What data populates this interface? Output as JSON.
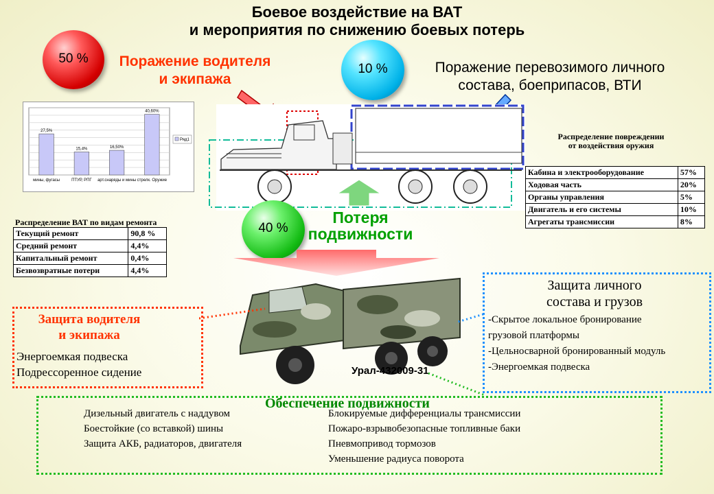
{
  "title": {
    "line1": "Боевое воздействие на ВАТ",
    "line2": "и мероприятия по снижению боевых потерь"
  },
  "crew_hit": {
    "percent": "50 %",
    "line1": "Поражение водителя",
    "line2": "и экипажа"
  },
  "cargo_hit": {
    "percent": "10 %",
    "line1": "Поражение  перевозимого личного",
    "line2": "состава, боеприпасов, ВТИ"
  },
  "mobility_loss": {
    "percent": "40 %",
    "line1": "Потеря",
    "line2": "подвижности"
  },
  "damage_distribution": {
    "caption_line1": "Распределение повреждении",
    "caption_line2": "от  воздействия оружия",
    "rows": [
      {
        "name": "Кабина и электрооборудование",
        "value": "57%"
      },
      {
        "name": "Ходовая часть",
        "value": "20%"
      },
      {
        "name": "Органы управления",
        "value": "5%"
      },
      {
        "name": "Двигатель и его системы",
        "value": "10%"
      },
      {
        "name": "Агрегаты трансмиссии",
        "value": "8%"
      }
    ]
  },
  "repair_distribution": {
    "caption": "Распределение ВАТ по видам ремонта",
    "rows": [
      {
        "name": "Текущий ремонт",
        "value": "90,8 %"
      },
      {
        "name": "Средний ремонт",
        "value": "4,4%"
      },
      {
        "name": "Капитальный ремонт",
        "value": "0,4%"
      },
      {
        "name": "Безвозвратные потери",
        "value": "4,4%"
      }
    ]
  },
  "chart_data": {
    "type": "bar",
    "categories": [
      "мины, фугасы",
      "ПТУР, РПГ",
      "арт.снаряды и мины",
      "стрелк. Оружие"
    ],
    "series": [
      {
        "name": "Ряд1",
        "values": [
          27.5,
          15.4,
          16.5,
          40.6
        ]
      }
    ],
    "data_labels": [
      "27,5%",
      "15,4%",
      "16,50%",
      "40,60%"
    ],
    "ylim": [
      0,
      45
    ],
    "grid": true,
    "legend_position": "right",
    "bar_color": "#c8c8f8"
  },
  "truck_model": "Урал-432009-31",
  "crew_protection": {
    "title_line1": "Защита  водителя",
    "title_line2": "и   экипажа",
    "items": [
      "Энергоемкая подвеска",
      "Подрессоренное сидение"
    ]
  },
  "cargo_protection": {
    "title_line1": "Защита  личного",
    "title_line2": "состава и  грузов",
    "items": [
      "-Скрытое локальное бронирование",
      "грузовой платформы",
      "-Цельносварной бронированный модуль",
      "-Энергоемкая подвеска"
    ]
  },
  "mobility": {
    "title": "Обеспечение подвижности",
    "left_items": [
      "Дизельный двигатель с наддувом",
      "Боестойкие (со вставкой) шины",
      "Защита АКБ, радиаторов, двигателя"
    ],
    "right_items": [
      "Блокируемые дифференциалы трансмиссии",
      "Пожаро-взрывобезопасные топливные баки",
      "Пневмопривод  тормозов",
      "Уменьшение радиуса поворота"
    ]
  },
  "colors": {
    "red_label": "#ff3300",
    "green_label": "#00a000",
    "crew_box": "#ff3300",
    "cargo_box": "#1e90ff",
    "mobility_box": "#22bb22"
  }
}
